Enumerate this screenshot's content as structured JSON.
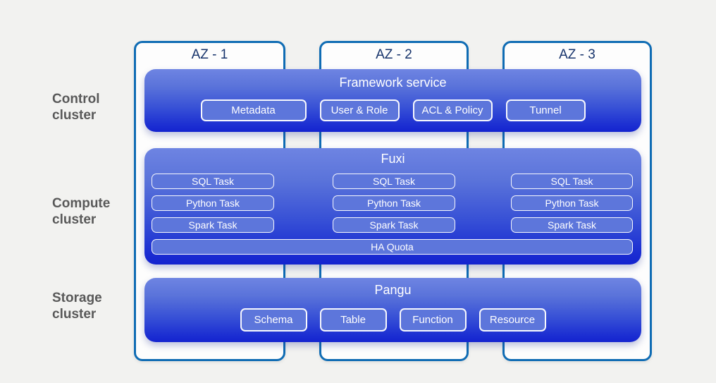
{
  "diagram": {
    "row_labels": [
      {
        "label": "Control cluster"
      },
      {
        "label": "Compute cluster"
      },
      {
        "label": "Storage cluster"
      }
    ],
    "zones": [
      {
        "label": "AZ - 1"
      },
      {
        "label": "AZ - 2"
      },
      {
        "label": "AZ - 3"
      }
    ],
    "control": {
      "title": "Framework service",
      "buttons": [
        "Metadata",
        "User & Role",
        "ACL & Policy",
        "Tunnel"
      ]
    },
    "compute": {
      "title": "Fuxi",
      "columns": [
        [
          "SQL Task",
          "Python Task",
          "Spark Task"
        ],
        [
          "SQL Task",
          "Python Task",
          "Spark Task"
        ],
        [
          "SQL Task",
          "Python Task",
          "Spark Task"
        ]
      ],
      "ha_quota": "HA Quota"
    },
    "storage": {
      "title": "Pangu",
      "buttons": [
        "Schema",
        "Table",
        "Function",
        "Resource"
      ]
    },
    "colors": {
      "background": "#f2f2f0",
      "az_border": "#0f6cb4",
      "az_label_text": "#16336b",
      "panel_gradient_top": "#6e84e2",
      "panel_gradient_bottom": "#1423cf",
      "chip_fill": "#5d76db",
      "row_label_text": "#595959"
    }
  }
}
